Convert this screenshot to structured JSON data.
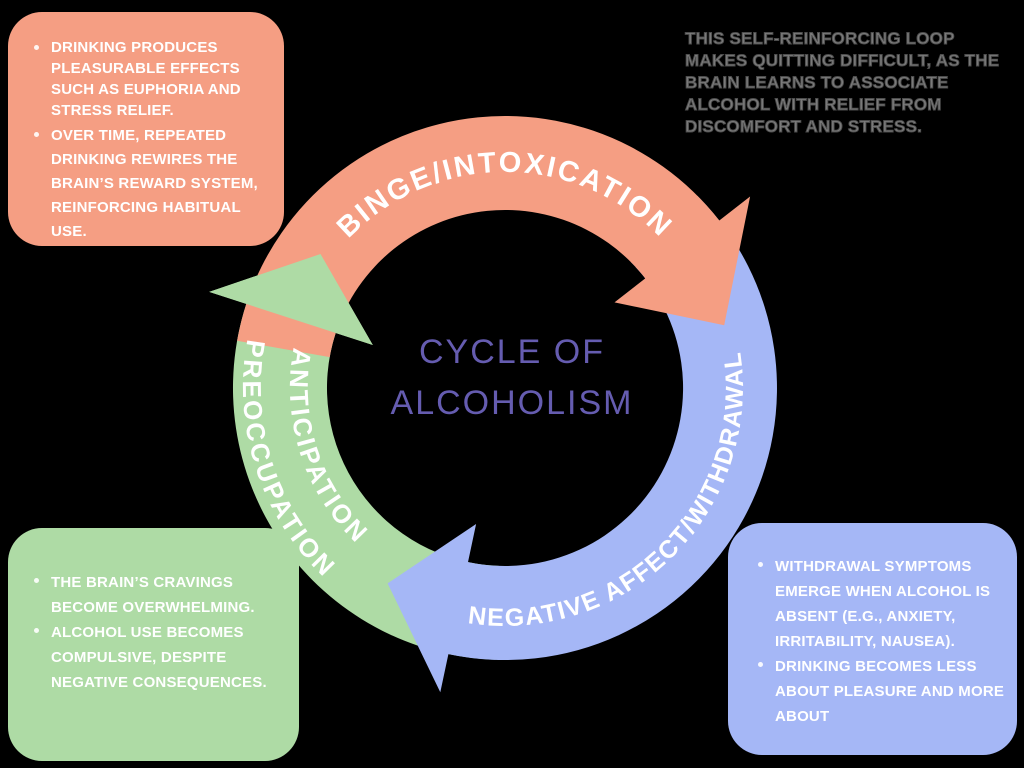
{
  "canvas": {
    "background": "#000000"
  },
  "title": {
    "line1": "CYCLE OF",
    "line2": "ALCOHOLISM",
    "color": "#655CB0"
  },
  "note": {
    "text": "THIS SELF-REINFORCING LOOP MAKES QUITTING DIFFICULT, AS THE BRAIN LEARNS TO ASSOCIATE ALCOHOL WITH RELIEF FROM DISCOMFORT AND STRESS.",
    "color": "#7A7A7A"
  },
  "stages": {
    "binge": {
      "label": "BINGE/INTOXICATION",
      "color": "#F59E83",
      "bullets": [
        "DRINKING PRODUCES PLEASURABLE EFFECTS SUCH AS EUPHORIA AND STRESS RELIEF.",
        "OVER TIME, REPEATED DRINKING REWIRES THE BRAIN’S REWARD SYSTEM, REINFORCING HABITUAL USE."
      ]
    },
    "withdrawal": {
      "label": "NEGATIVE AFFECT/WITHDRAWAL",
      "color": "#A5B7F6",
      "bullets": [
        "WITHDRAWAL SYMPTOMS EMERGE WHEN ALCOHOL IS ABSENT (E.G., ANXIETY, IRRITABILITY, NAUSEA).",
        "DRINKING BECOMES LESS ABOUT PLEASURE AND MORE ABOUT"
      ]
    },
    "preoccupation": {
      "label_line1": "PREOCCUPATION",
      "label_line2": "ANTICIPATION",
      "color": "#AEDBA5",
      "bullets": [
        "THE BRAIN’S CRAVINGS BECOME OVERWHELMING.",
        "ALCOHOL USE BECOMES COMPULSIVE, DESPITE NEGATIVE CONSEQUENCES."
      ]
    }
  },
  "label_text_color": "#FFFFFF"
}
